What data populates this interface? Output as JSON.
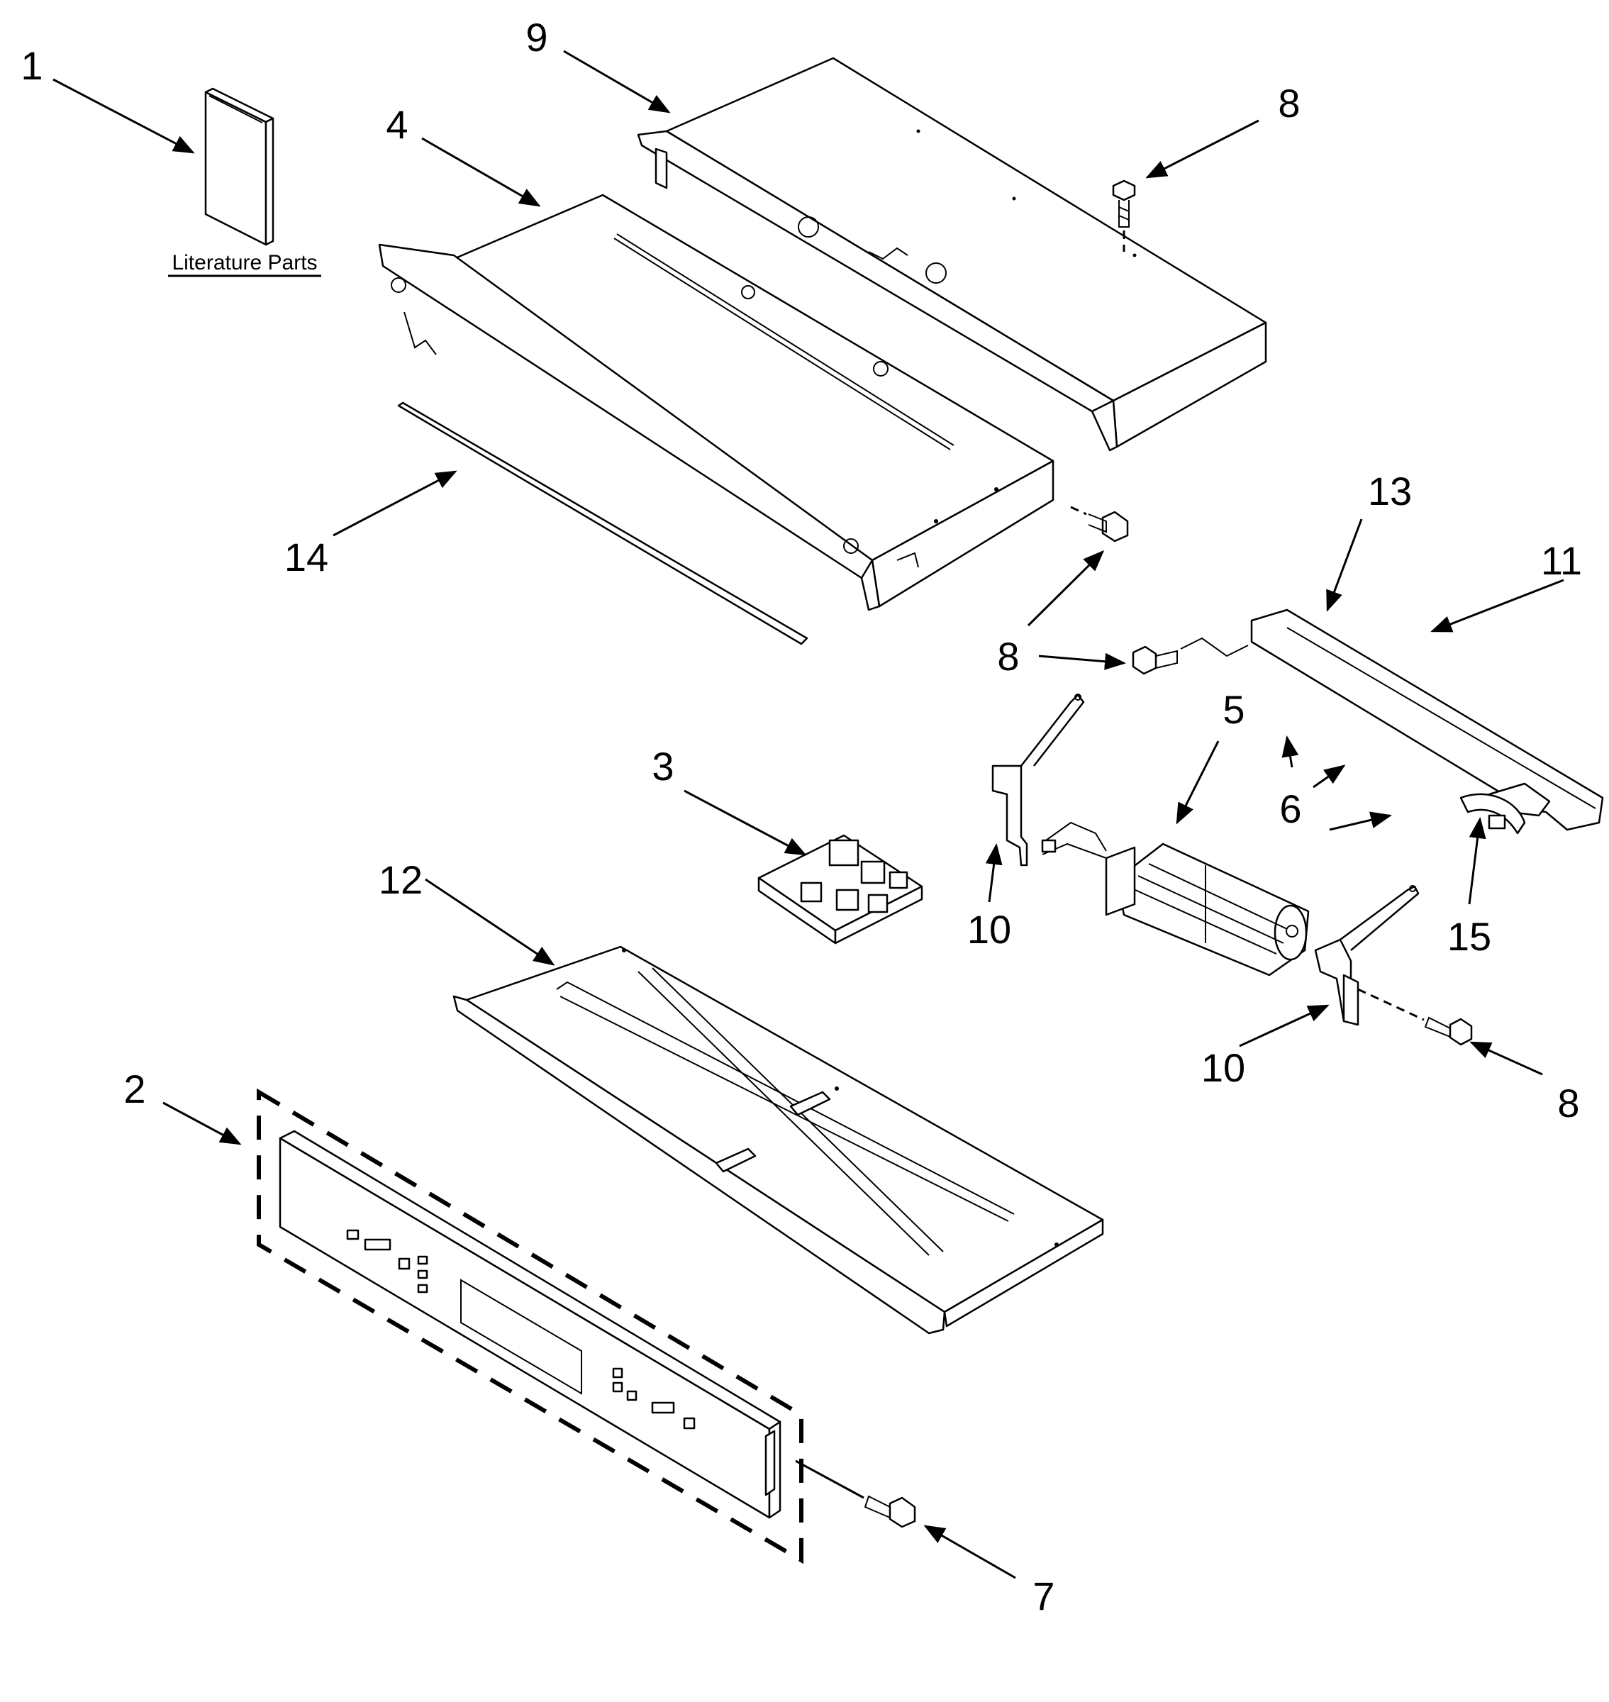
{
  "literature_caption": "Literature Parts",
  "callouts": {
    "c1": "1",
    "c2": "2",
    "c3": "3",
    "c4": "4",
    "c5": "5",
    "c6": "6",
    "c7": "7",
    "c8a": "8",
    "c8b": "8",
    "c8c": "8",
    "c8d": "8",
    "c9": "9",
    "c10a": "10",
    "c10b": "10",
    "c11": "11",
    "c12": "12",
    "c13": "13",
    "c14": "14",
    "c15": "15"
  },
  "colors": {
    "line": "#000000",
    "background": "#ffffff"
  }
}
